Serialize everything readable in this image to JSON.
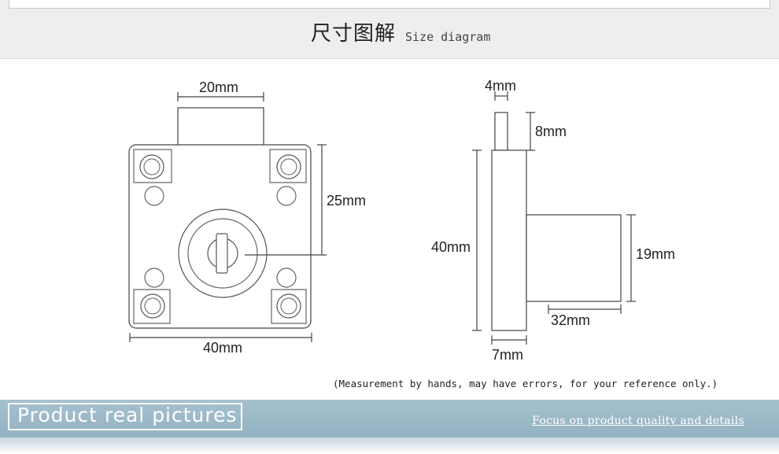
{
  "header": {
    "title_zh": "尺寸图解",
    "title_en": "Size diagram"
  },
  "front_view": {
    "top_width": "20mm",
    "height_side": "25mm",
    "bottom_width": "40mm"
  },
  "side_view": {
    "bolt_width": "4mm",
    "bolt_height": "8mm",
    "body_height": "40mm",
    "cylinder_height": "19mm",
    "cylinder_length": "32mm",
    "body_depth": "7mm"
  },
  "note": "(Measurement by hands, may have errors, for your reference only.)",
  "banner": {
    "title": "Product real pictures",
    "link": "Focus on product quality and details"
  }
}
